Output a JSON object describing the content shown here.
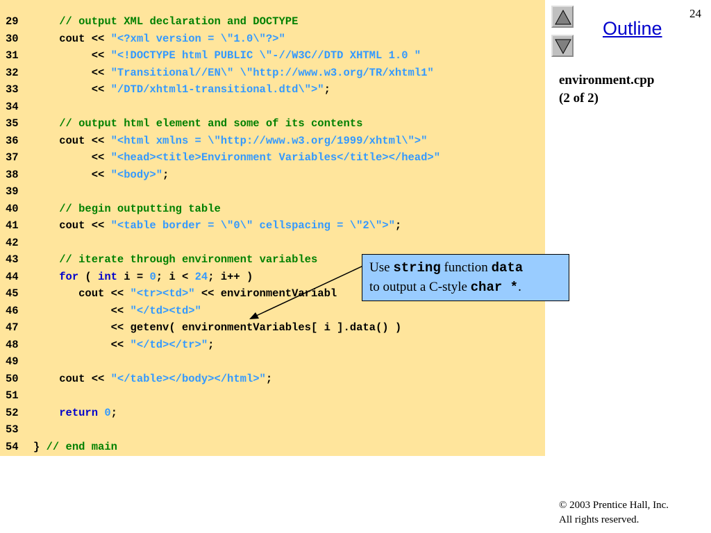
{
  "slide": {
    "number": "24",
    "outline_label": "Outline",
    "file_title": "environment.cpp",
    "file_subtitle": "(2 of 2)",
    "copyright_line1": "© 2003 Prentice Hall, Inc.",
    "copyright_line2": "All rights reserved."
  },
  "nav": {
    "up_icon": "triangle-up-icon",
    "down_icon": "triangle-down-icon"
  },
  "colors": {
    "code_background": "#ffe59c",
    "comment": "#008000",
    "keyword": "#0000cc",
    "string": "#3399ff",
    "callout_background": "#99ccff",
    "outline_link": "#0000cc"
  },
  "callout": {
    "t1": "Use ",
    "c1": "string",
    "t2": " function ",
    "c2": "data",
    "t3": "to output a C-style ",
    "c3": "char *",
    "t4": "."
  },
  "code_lines": [
    {
      "n": "29",
      "tokens": [
        [
          "",
          "    "
        ],
        [
          "comment",
          "// output XML declaration and DOCTYPE"
        ]
      ]
    },
    {
      "n": "30",
      "tokens": [
        [
          "",
          "    cout << "
        ],
        [
          "string",
          "\"<?xml version = \\\"1.0\\\"?>\""
        ]
      ]
    },
    {
      "n": "31",
      "tokens": [
        [
          "",
          "         << "
        ],
        [
          "string",
          "\"<!DOCTYPE html PUBLIC \\\"-//W3C//DTD XHTML 1.0 \""
        ]
      ]
    },
    {
      "n": "32",
      "tokens": [
        [
          "",
          "         << "
        ],
        [
          "string",
          "\"Transitional//EN\\\" \\\"http://www.w3.org/TR/xhtml1\""
        ]
      ]
    },
    {
      "n": "33",
      "tokens": [
        [
          "",
          "         << "
        ],
        [
          "string",
          "\"/DTD/xhtml1-transitional.dtd\\\">\""
        ],
        [
          "",
          ";"
        ]
      ]
    },
    {
      "n": "34",
      "tokens": []
    },
    {
      "n": "35",
      "tokens": [
        [
          "",
          "    "
        ],
        [
          "comment",
          "// output html element and some of its contents"
        ]
      ]
    },
    {
      "n": "36",
      "tokens": [
        [
          "",
          "    cout << "
        ],
        [
          "string",
          "\"<html xmlns = \\\"http://www.w3.org/1999/xhtml\\\">\""
        ]
      ]
    },
    {
      "n": "37",
      "tokens": [
        [
          "",
          "         << "
        ],
        [
          "string",
          "\"<head><title>Environment Variables</title></head>\""
        ]
      ]
    },
    {
      "n": "38",
      "tokens": [
        [
          "",
          "         << "
        ],
        [
          "string",
          "\"<body>\""
        ],
        [
          "",
          ";"
        ]
      ]
    },
    {
      "n": "39",
      "tokens": []
    },
    {
      "n": "40",
      "tokens": [
        [
          "",
          "    "
        ],
        [
          "comment",
          "// begin outputting table"
        ]
      ]
    },
    {
      "n": "41",
      "tokens": [
        [
          "",
          "    cout << "
        ],
        [
          "string",
          "\"<table border = \\\"0\\\" cellspacing = \\\"2\\\">\""
        ],
        [
          "",
          ";"
        ]
      ]
    },
    {
      "n": "42",
      "tokens": []
    },
    {
      "n": "43",
      "tokens": [
        [
          "",
          "    "
        ],
        [
          "comment",
          "// iterate through environment variables"
        ]
      ]
    },
    {
      "n": "44",
      "tokens": [
        [
          "",
          "    "
        ],
        [
          "keyword",
          "for"
        ],
        [
          "",
          " ( "
        ],
        [
          "keyword",
          "int"
        ],
        [
          "",
          " i = "
        ],
        [
          "number",
          "0"
        ],
        [
          "",
          "; i < "
        ],
        [
          "number",
          "24"
        ],
        [
          "",
          "; i++ )"
        ]
      ]
    },
    {
      "n": "45",
      "tokens": [
        [
          "",
          "       cout << "
        ],
        [
          "string",
          "\"<tr><td>\""
        ],
        [
          "",
          " << environmentVariabl"
        ]
      ]
    },
    {
      "n": "46",
      "tokens": [
        [
          "",
          "            << "
        ],
        [
          "string",
          "\"</td><td>\""
        ]
      ]
    },
    {
      "n": "47",
      "tokens": [
        [
          "",
          "            << getenv( environmentVariables[ i ].data() )"
        ]
      ]
    },
    {
      "n": "48",
      "tokens": [
        [
          "",
          "            << "
        ],
        [
          "string",
          "\"</td></tr>\""
        ],
        [
          "",
          ";"
        ]
      ]
    },
    {
      "n": "49",
      "tokens": []
    },
    {
      "n": "50",
      "tokens": [
        [
          "",
          "    cout << "
        ],
        [
          "string",
          "\"</table></body></html>\""
        ],
        [
          "",
          ";"
        ]
      ]
    },
    {
      "n": "51",
      "tokens": []
    },
    {
      "n": "52",
      "tokens": [
        [
          "",
          "    "
        ],
        [
          "keyword",
          "return"
        ],
        [
          "",
          " "
        ],
        [
          "number",
          "0"
        ],
        [
          "",
          ";"
        ]
      ]
    },
    {
      "n": "53",
      "tokens": []
    },
    {
      "n": "54",
      "tokens": [
        [
          "",
          "} "
        ],
        [
          "comment",
          "// end main"
        ]
      ]
    }
  ]
}
